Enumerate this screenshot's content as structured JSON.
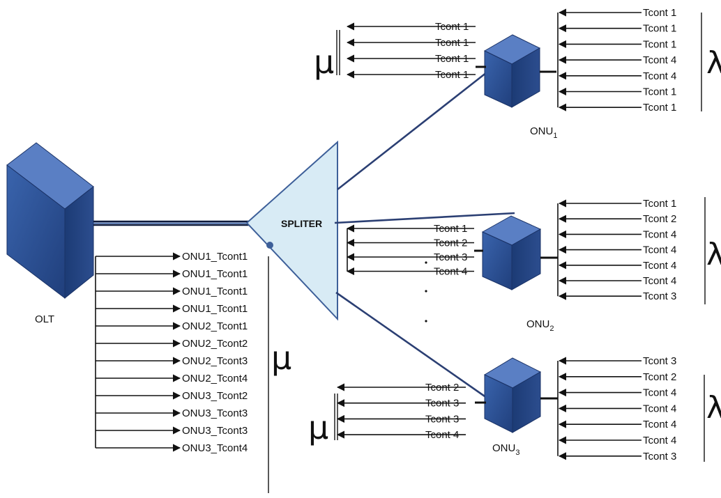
{
  "olt": {
    "label": "OLT"
  },
  "splitter": {
    "label": "SPLITER"
  },
  "olt_flows": {
    "labels": [
      "ONU1_Tcont1",
      "ONU1_Tcont1",
      "ONU1_Tcont1",
      "ONU1_Tcont1",
      "ONU2_Tcont1",
      "ONU2_Tcont2",
      "ONU2_Tcont3",
      "ONU2_Tcont4",
      "ONU3_Tcont2",
      "ONU3_Tcont3",
      "ONU3_Tcont3",
      "ONU3_Tcont4"
    ],
    "symbol": "μ"
  },
  "onus": [
    {
      "name": "ONU",
      "sub": "1",
      "upstream": [
        "Tcont 1",
        "Tcont 1",
        "Tcont 1",
        "Tcont 1"
      ],
      "upstream_symbol": "μ",
      "downstream": [
        "Tcont 1",
        "Tcont 1",
        "Tcont 1",
        "Tcont 4",
        "Tcont 4",
        "Tcont 1",
        "Tcont 1"
      ],
      "downstream_symbol": "λ"
    },
    {
      "name": "ONU",
      "sub": "2",
      "upstream": [
        "Tcont 1",
        "Tcont 2",
        "Tcont 3",
        "Tcont 4"
      ],
      "downstream": [
        "Tcont 1",
        "Tcont 2",
        "Tcont 4",
        "Tcont 4",
        "Tcont 4",
        "Tcont 4",
        "Tcont 3"
      ],
      "downstream_symbol": "λ"
    },
    {
      "name": "ONU",
      "sub": "3",
      "upstream": [
        "Tcont 2",
        "Tcont 3",
        "Tcont 3",
        "Tcont 4"
      ],
      "upstream_symbol": "μ",
      "downstream": [
        "Tcont 3",
        "Tcont 2",
        "Tcont 4",
        "Tcont 4",
        "Tcont 4",
        "Tcont 4",
        "Tcont 3"
      ],
      "downstream_symbol": "λ"
    }
  ],
  "colors": {
    "device_front": "#2e5599",
    "device_top": "#5479c0",
    "device_side": "#1b3a73",
    "splitter_fill": "#d8ebf5",
    "splitter_stroke": "#3d5f99",
    "link": "#2b3f73"
  }
}
